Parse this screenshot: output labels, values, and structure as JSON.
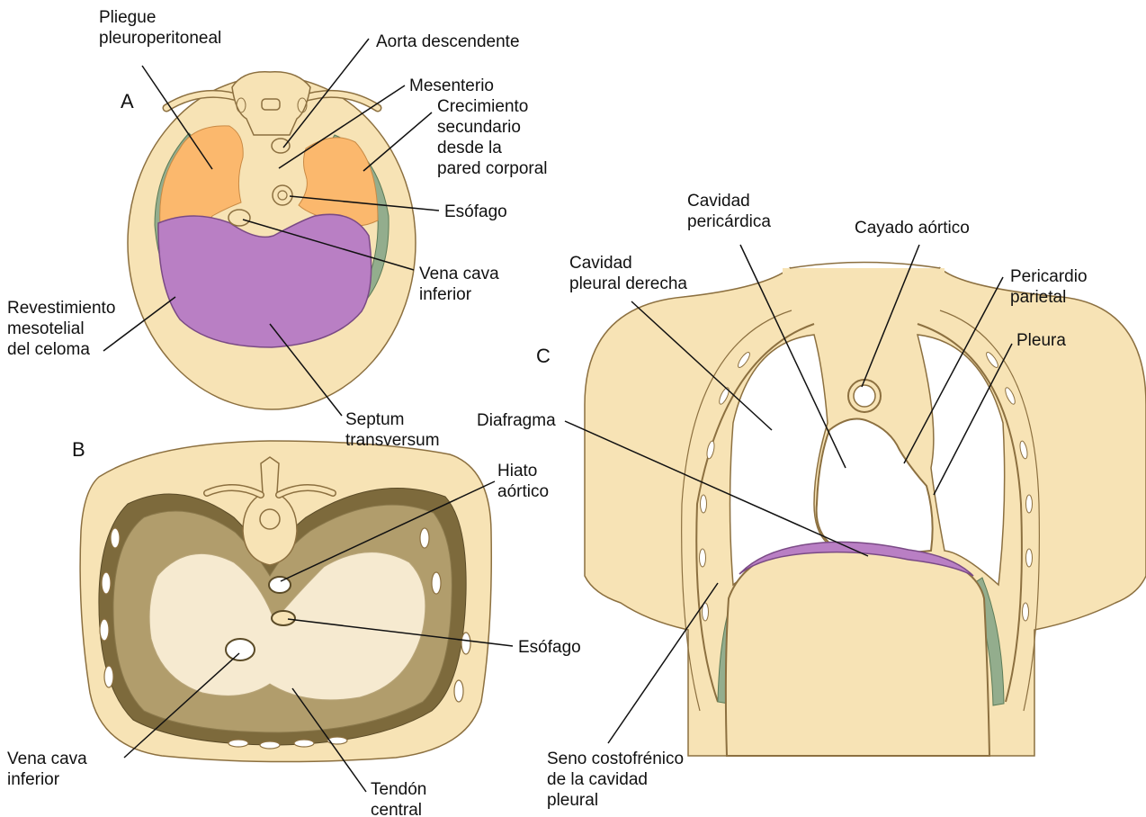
{
  "colors": {
    "tan_body": "#f7e3b5",
    "tan_outline": "#8c7040",
    "orange_pleural_fold": "#fbb86d",
    "purple_septum": "#b97fc4",
    "green_mesothelium": "#93ad8d",
    "diaphragm_muscle_dark": "#7d6a3c",
    "diaphragm_muscle": "#b19d6c",
    "central_tendon": "#f6ead0",
    "leader_line": "#111111"
  },
  "panels": {
    "a": {
      "letter": "A",
      "labels": {
        "pleuroperitoneal_fold": "Pliegue\npleuroperitoneal",
        "descending_aorta": "Aorta descendente",
        "mesentery": "Mesenterio",
        "secondary_growth": "Crecimiento\nsecundario\ndesde la\npared corporal",
        "esophagus": "Esófago",
        "inferior_vena_cava": "Vena cava\ninferior",
        "mesothelial_lining": "Revestimiento\nmesotelial\ndel celoma",
        "septum_transversum": "Septum\ntransversum"
      }
    },
    "b": {
      "letter": "B",
      "labels": {
        "aortic_hiatus": "Hiato\naórtico",
        "esophagus": "Esófago",
        "inferior_vena_cava": "Vena cava\ninferior",
        "central_tendon": "Tendón\ncentral"
      }
    },
    "c": {
      "letter": "C",
      "labels": {
        "pericardial_cavity": "Cavidad\npericárdica",
        "aortic_arch": "Cayado aórtico",
        "right_pleural_cavity": "Cavidad\npleural derecha",
        "parietal_pericardium": "Pericardio\nparietal",
        "pleura": "Pleura",
        "diaphragm": "Diafragma",
        "costophrenic_sinus": "Seno costofrénico\nde la cavidad\npleural"
      }
    }
  }
}
